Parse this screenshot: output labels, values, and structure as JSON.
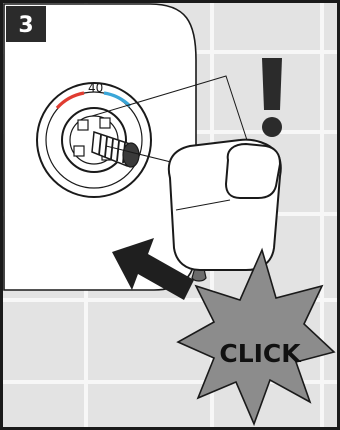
{
  "step": {
    "number": "3"
  },
  "valve": {
    "temperature_mark": "40"
  },
  "callout": {
    "text": "CLICK"
  },
  "icons": [
    "step-number-badge",
    "exclamation-mark-icon",
    "push-direction-arrow-icon",
    "click-starburst-icon"
  ],
  "colors": {
    "tile_background": "#e3e3e3",
    "grout": "#f5f5f5",
    "wall_panel": "#ffffff",
    "badge": "#2b2b2b",
    "starburst": "#8c8c8c",
    "hot_mark": "#e03c31",
    "cold_mark": "#3aa6d8",
    "outline": "#1a1a1a"
  }
}
